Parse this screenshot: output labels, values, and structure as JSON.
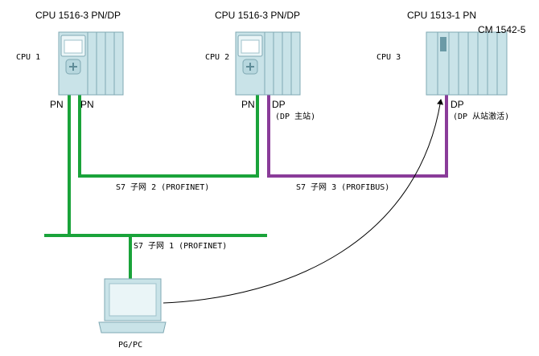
{
  "colors": {
    "profinet": "#1aa33a",
    "profibus": "#8a3c99",
    "module_fill": "#c9e3e8",
    "module_stroke": "#7fa8b3",
    "connection": "#000000"
  },
  "devices": [
    {
      "id": "cpu1",
      "model": "CPU 1516-3 PN/DP",
      "label": "CPU 1",
      "ports": [
        "PN",
        "PN"
      ]
    },
    {
      "id": "cpu2",
      "model": "CPU 1516-3 PN/DP",
      "label": "CPU 2",
      "ports": [
        "PN",
        "DP"
      ],
      "port_note": "(DP 主站)"
    },
    {
      "id": "cpu3",
      "model": "CPU 1513-1 PN",
      "label": "CPU 3",
      "extra_model": "CM 1542-5",
      "ports": [
        "DP"
      ],
      "port_note": "(DP 从站激活)"
    }
  ],
  "subnets": [
    {
      "id": "subnet2",
      "label": "S7 子网 2 (PROFINET)",
      "type": "profinet"
    },
    {
      "id": "subnet3",
      "label": "S7 子网 3 (PROFIBUS)",
      "type": "profibus"
    },
    {
      "id": "subnet1",
      "label": "S7 子网 1 (PROFINET)",
      "type": "profinet"
    }
  ],
  "pgpc": {
    "label": "PG/PC",
    "icon": "laptop-icon"
  },
  "connection": {
    "from": "PG/PC",
    "to": "CPU 3",
    "style": "curved-arrow"
  }
}
